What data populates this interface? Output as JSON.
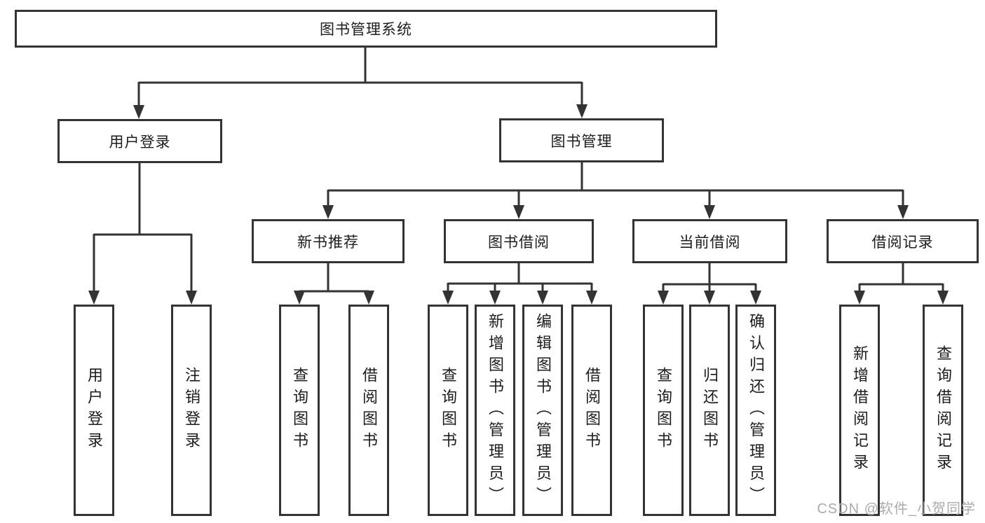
{
  "diagram": {
    "root": {
      "label": "图书管理系统"
    },
    "children": [
      {
        "label": "用户登录",
        "children": [
          {
            "label": "用户登录"
          },
          {
            "label": "注销登录"
          }
        ]
      },
      {
        "label": "图书管理",
        "children": [
          {
            "label": "新书推荐",
            "children": [
              {
                "label": "查询图书"
              },
              {
                "label": "借阅图书"
              }
            ]
          },
          {
            "label": "图书借阅",
            "children": [
              {
                "label": "查询图书"
              },
              {
                "label": "新增图书（管理员）"
              },
              {
                "label": "编辑图书（管理员）"
              },
              {
                "label": "借阅图书"
              }
            ]
          },
          {
            "label": "当前借阅",
            "children": [
              {
                "label": "查询图书"
              },
              {
                "label": "归还图书"
              },
              {
                "label": "确认归还（管理员）"
              }
            ]
          },
          {
            "label": "借阅记录",
            "children": [
              {
                "label": "新增借阅记录"
              },
              {
                "label": "查询借阅记录"
              }
            ]
          }
        ]
      }
    ]
  },
  "watermark": {
    "text": "CSDN @软件_小贺同学"
  },
  "colors": {
    "line": "#333333",
    "text": "#1c1c1c",
    "watermark": "#ababab",
    "background": "#ffffff"
  }
}
